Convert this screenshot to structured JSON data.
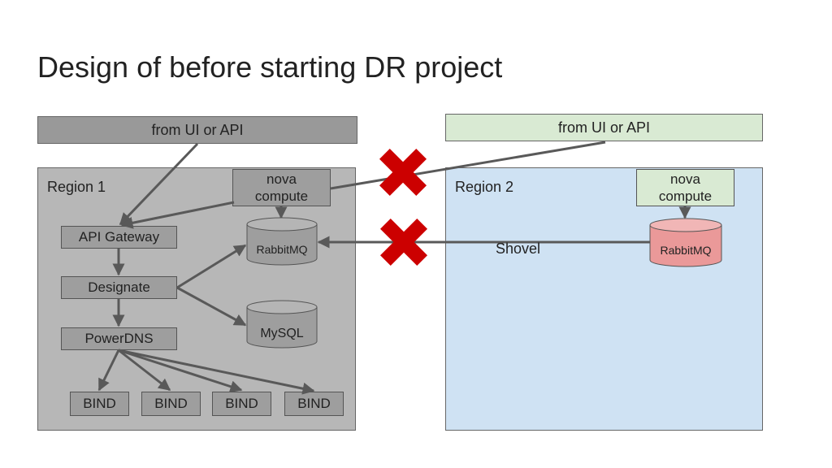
{
  "title": "Design of before starting DR project",
  "colors": {
    "region1": "#b7b7b7",
    "region2": "#cfe2f3",
    "bar_left": "#999999",
    "bar_right": "#d9ead3",
    "nova_right": "#d9ead3",
    "rabbit_right": "#ea9999",
    "node_gray": "#999999",
    "cross_red": "#cc0000",
    "arrow": "#595959"
  },
  "left": {
    "source": "from UI or API",
    "region_label": "Region 1",
    "nova": "nova\ncompute",
    "rabbitmq": "RabbitMQ",
    "mysql": "MySQL",
    "api_gateway": "API Gateway",
    "designate": "Designate",
    "powerdns": "PowerDNS",
    "bind": [
      "BIND",
      "BIND",
      "BIND",
      "BIND"
    ]
  },
  "right": {
    "source": "from UI or API",
    "region_label": "Region 2",
    "nova": "nova\ncompute",
    "rabbitmq": "RabbitMQ"
  },
  "shovel_label": "Shovel",
  "crosses": [
    "cross-icon",
    "cross-icon"
  ]
}
